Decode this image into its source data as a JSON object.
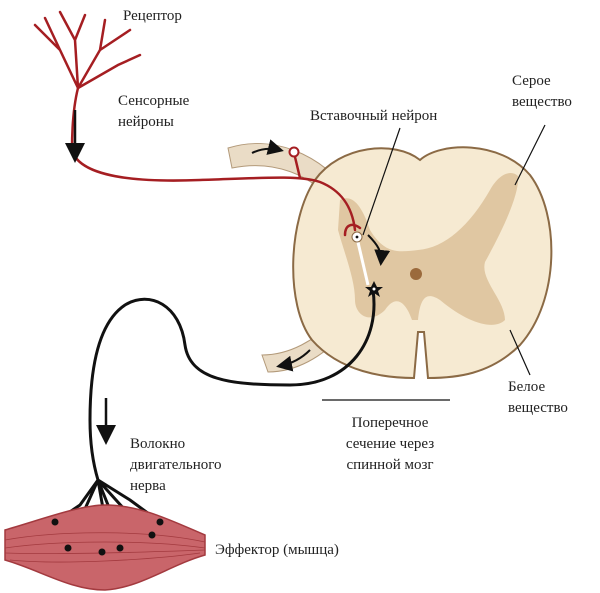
{
  "title": "Рефлекторная дуга",
  "labels": {
    "receptor": "Рецептор",
    "sensory_1": "Сенсорные",
    "sensory_2": "нейроны",
    "interneuron": "Вставочный нейрон",
    "gray_1": "Серое",
    "gray_2": "вещество",
    "white_1": "Белое",
    "white_2": "вещество",
    "section_1": "Поперечное",
    "section_2": "сечение через",
    "section_3": "спинной мозг",
    "motor_1": "Волокно",
    "motor_2": "двигательного",
    "motor_3": "нерва",
    "effector": "Эффектор (мышца)"
  },
  "colors": {
    "white_matter": "#f6ead2",
    "gray_matter": "#e0c7a2",
    "outline": "#8b6a45",
    "sensory": "#a51e22",
    "motor": "#111111",
    "muscle": "#c9656a"
  }
}
